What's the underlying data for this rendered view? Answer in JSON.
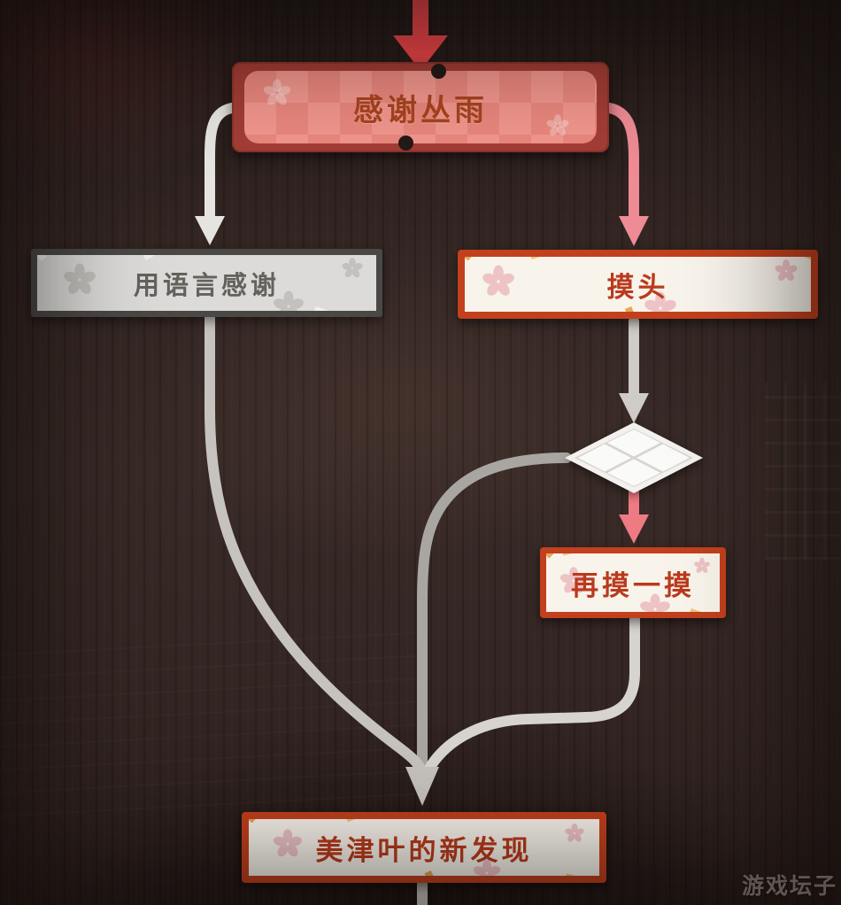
{
  "flowchart": {
    "nodes": {
      "start": {
        "label": "感谢丛雨",
        "style": "red-highlight"
      },
      "verbal_thanks": {
        "label": "用语言感谢",
        "style": "gray"
      },
      "pat_head": {
        "label": "摸头",
        "style": "cream-red-border"
      },
      "decision": {
        "label": "",
        "style": "diamond-choice"
      },
      "pat_again": {
        "label": "再摸一摸",
        "style": "cream-red-border"
      },
      "ending": {
        "label": "美津叶的新发现",
        "style": "cream-red-border"
      }
    },
    "edges": [
      {
        "from": "offscreen-top",
        "to": "start",
        "style": "red-arrow"
      },
      {
        "from": "start",
        "to": "verbal_thanks",
        "style": "white-arrow"
      },
      {
        "from": "start",
        "to": "pat_head",
        "style": "pink-arrow"
      },
      {
        "from": "pat_head",
        "to": "decision",
        "style": "gray-arrow"
      },
      {
        "from": "decision",
        "to": "pat_again",
        "style": "pink-arrow"
      },
      {
        "from": "decision",
        "to": "ending",
        "style": "gray-line"
      },
      {
        "from": "verbal_thanks",
        "to": "ending",
        "style": "gray-line"
      },
      {
        "from": "pat_again",
        "to": "ending",
        "style": "gray-line"
      },
      {
        "from": "ending",
        "to": "offscreen-bottom",
        "style": "gray-line"
      }
    ],
    "colors": {
      "red_arrow": "#f1474b",
      "red_arrow_edge": "#cf393e",
      "pink_arrow": "#ee8b95",
      "pink_arrow_dark": "#ee7a84",
      "white_arrow": "#e6e4e0",
      "gray_arrow": "#cfccc7",
      "gray_mid": "#c6c3be",
      "gray_dark": "#a9a6a1",
      "gray_light": "#d7d4cf",
      "node_border_red": "#c2401d",
      "node_fill_cream": "#f8f4ec",
      "node_text_red": "#ba3a1d",
      "start_frame": "#a23d35",
      "start_fill": "#ef8a80",
      "start_text": "#a9431f",
      "gray_border": "#4a4845",
      "gray_fill": "#dcdbd9",
      "gray_text": "#64625c",
      "background": "#322522"
    }
  },
  "watermark": {
    "text": "游戏坛子"
  }
}
